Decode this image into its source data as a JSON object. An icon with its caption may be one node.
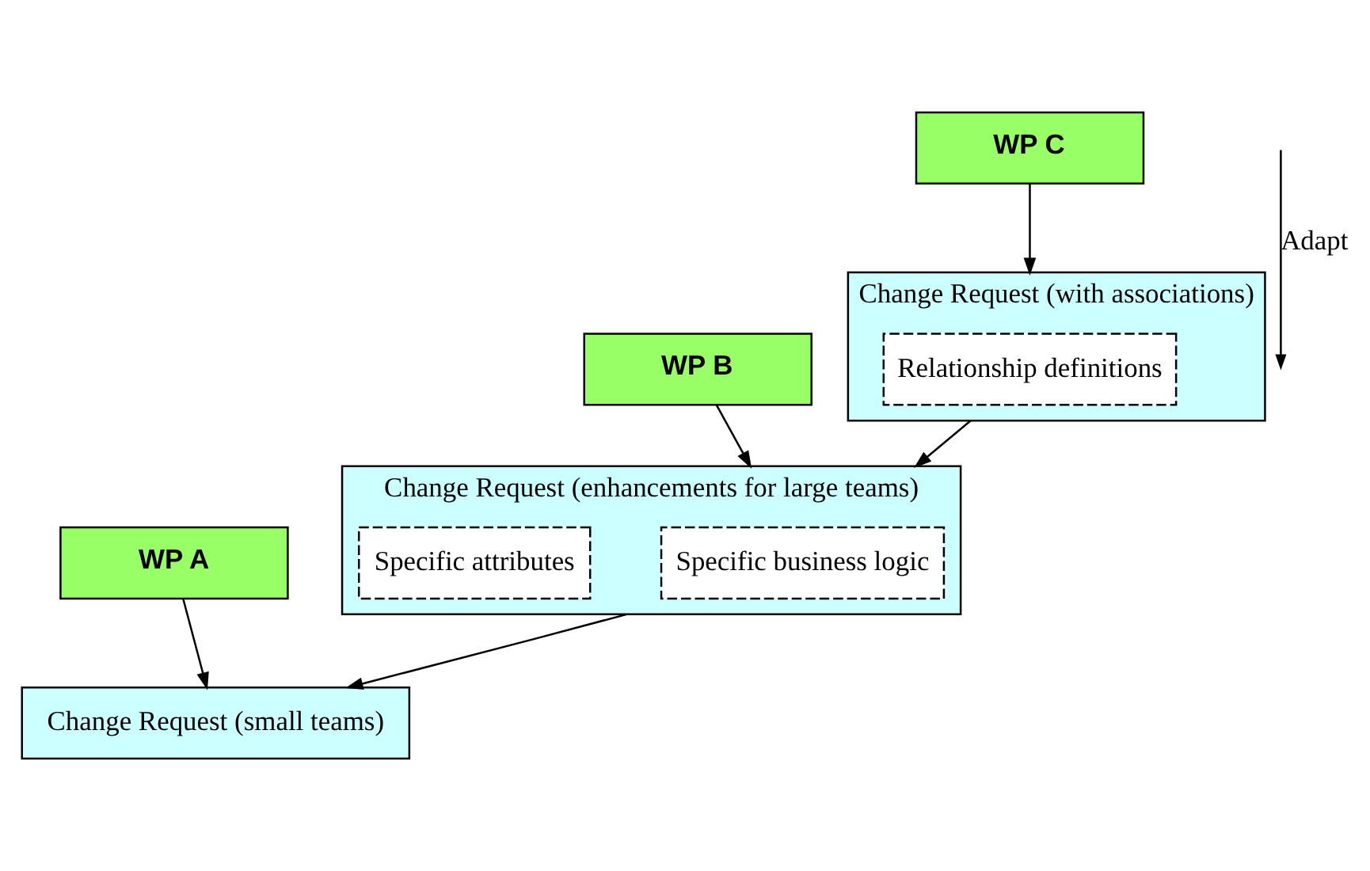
{
  "diagram": {
    "nodes": [
      {
        "text": [
          "WP A"
        ]
      },
      {
        "text": [
          "WP B"
        ]
      },
      {
        "text": [
          "WP C"
        ]
      },
      {
        "text": [
          "Change Request (with associations)"
        ]
      },
      {
        "text": [
          "Relationship definitions"
        ],
        "in": 3
      },
      {
        "text": [
          "Change Request (enhancements for large teams)"
        ]
      },
      {
        "text": [
          "Specific business logic"
        ],
        "in": 5
      },
      {
        "text": [
          "Specific attributes"
        ],
        "in": 5
      },
      {
        "text": [
          "Change Request (small teams)"
        ]
      }
    ],
    "edges": [
      {
        "from": 0,
        "to": 8,
        "arrow": "to"
      },
      {
        "from": 1,
        "to": 5,
        "arrow": "to"
      },
      {
        "from": 2,
        "to": 3,
        "arrow": "to"
      },
      {
        "from": 3,
        "to": 5,
        "arrow": "to"
      },
      {
        "from": 5,
        "to": 8,
        "arrow": "to"
      }
    ],
    "legend": [
      {
        "text": "Adapt"
      }
    ]
  }
}
